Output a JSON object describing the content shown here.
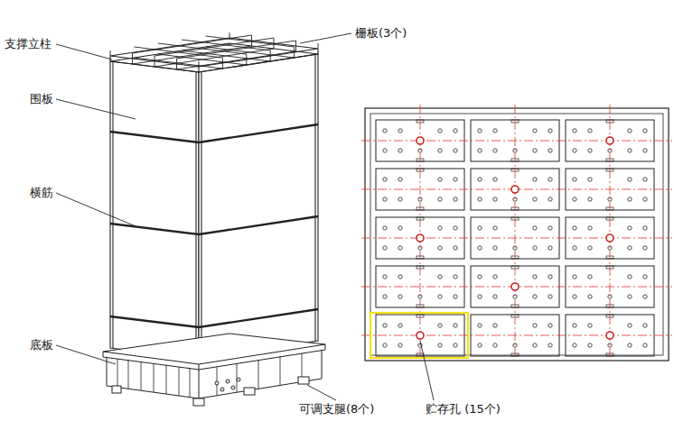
{
  "diagram": {
    "labels": [
      "支撑立柱",
      "栅板(3个)",
      "围板",
      "横筋",
      "底板",
      "可调支腿(8个)",
      "贮存孔 (15个)"
    ]
  }
}
